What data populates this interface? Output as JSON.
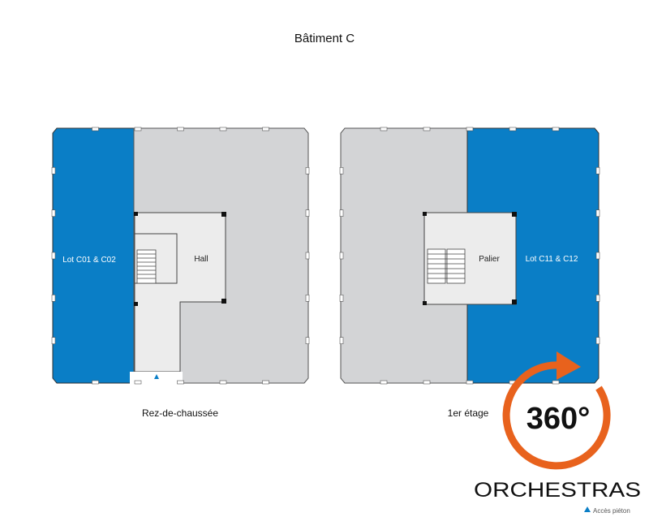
{
  "title": "Bâtiment C",
  "colors": {
    "lot": "#0a7ec6",
    "common": "#d3d4d6",
    "hall": "#ececec",
    "brand_orange": "#e8621d",
    "wall": "#444444"
  },
  "floors": [
    {
      "label": "Rez-de-chaussée",
      "lot_label": "Lot C01 & C02",
      "hall_label": "Hall"
    },
    {
      "label": "1er étage",
      "lot_label": "Lot C11 & C12",
      "hall_label": "Palier"
    }
  ],
  "badge": {
    "text": "360°",
    "icon": "rotate-360-icon"
  },
  "logo": {
    "text": "ORCHESTRAS",
    "overlay_text": "Accès piéton"
  }
}
